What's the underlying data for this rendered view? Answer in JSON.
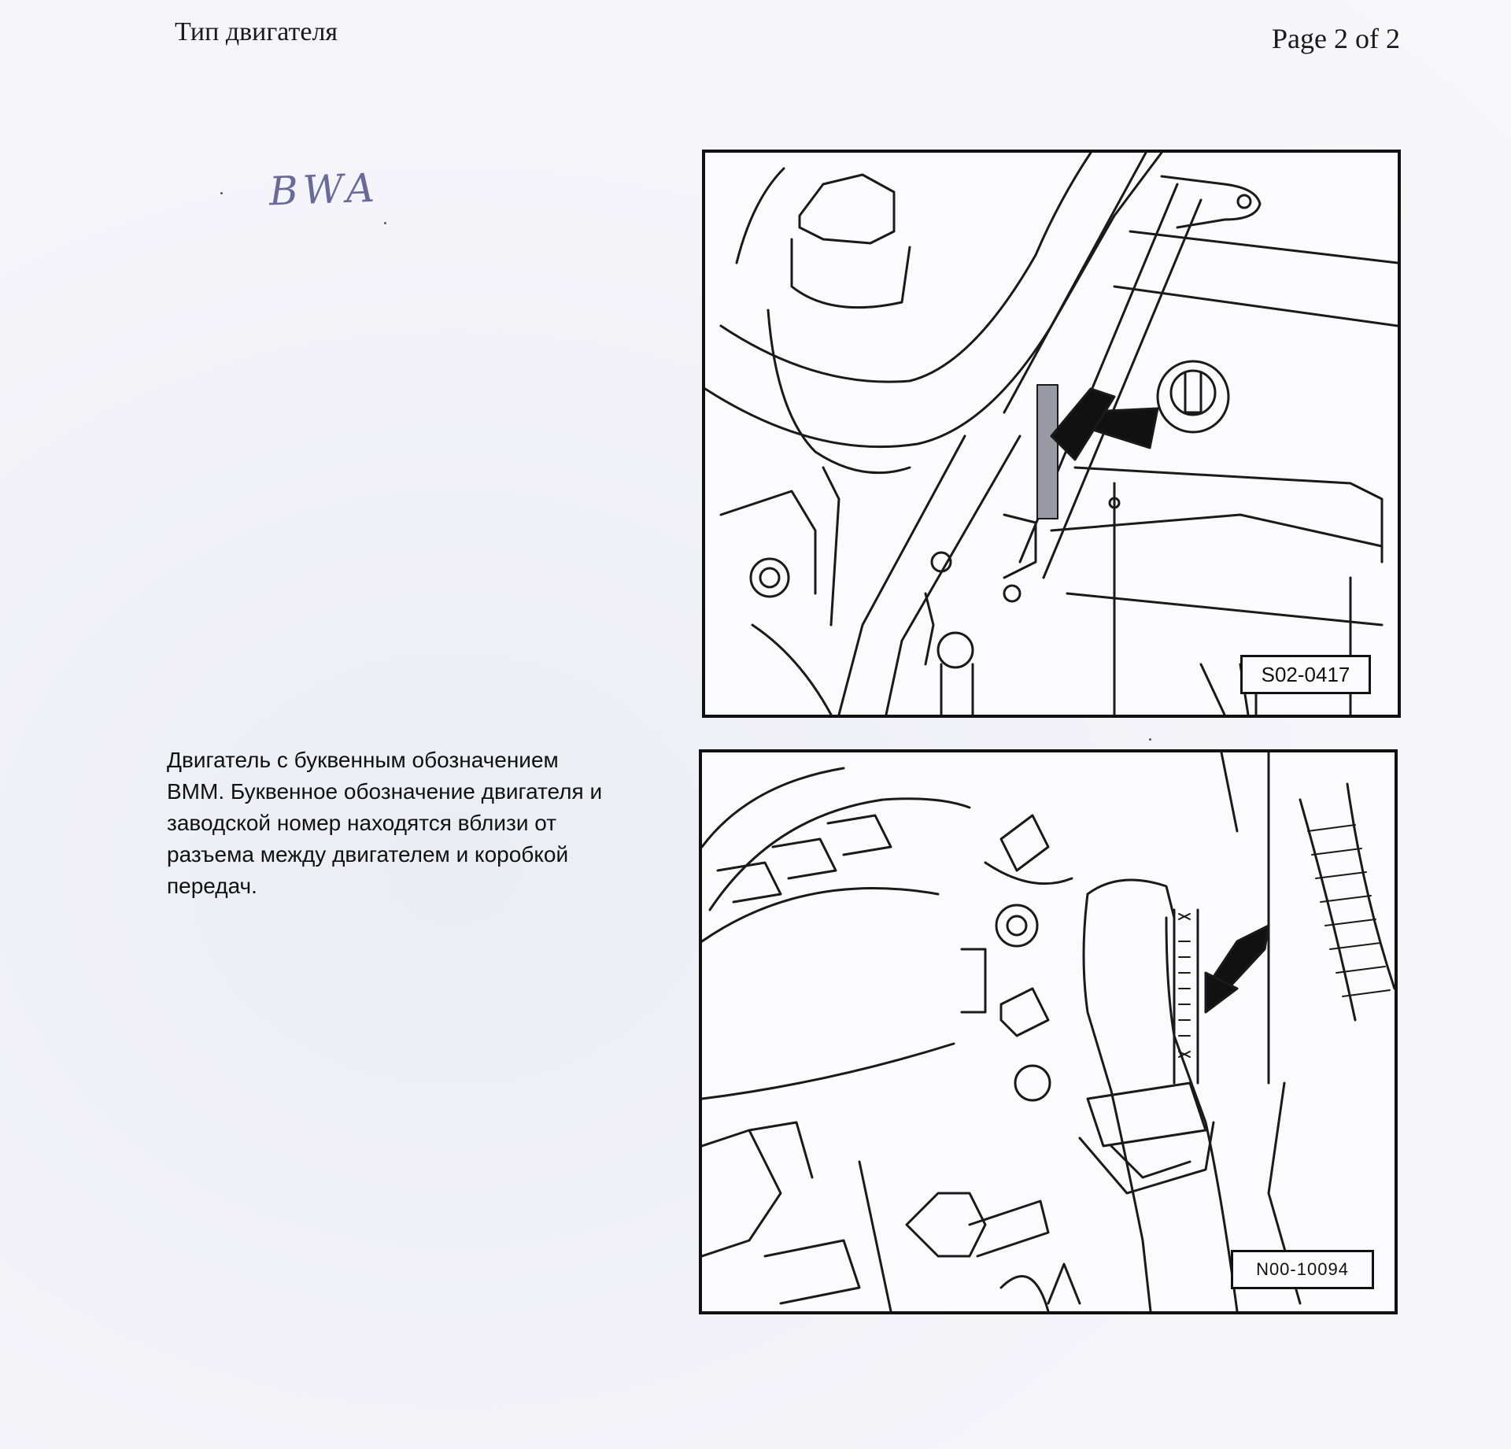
{
  "header": {
    "title": "Тип двигателя",
    "page": "Page 2 of 2"
  },
  "handwritten_note": "BWA",
  "caption": {
    "lines": [
      "Двигатель с буквенным обозначением",
      "BMM. Буквенное обозначение двигателя и",
      "заводской номер находятся вблизи от",
      "разъема между двигателем и коробкой",
      "передач."
    ]
  },
  "figures": [
    {
      "code": "S02-0417",
      "icon": "engine-drawing-icon"
    },
    {
      "code": "N00-10094",
      "icon": "engine-drawing-icon"
    }
  ],
  "colors": {
    "ink": "#111111",
    "paper": "#f5f5fa",
    "handwriting": "#6a6a9a"
  }
}
